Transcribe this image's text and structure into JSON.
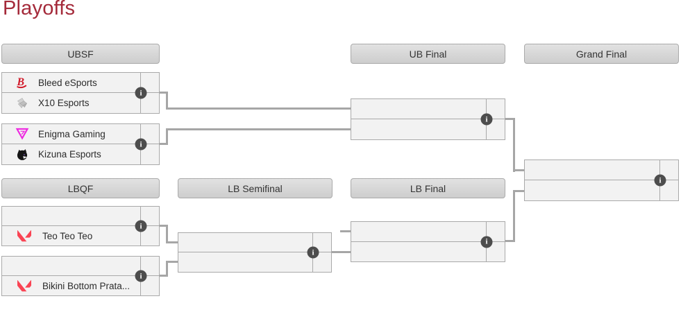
{
  "title": "Playoffs",
  "colors": {
    "title_red": "#a42a3a",
    "connector_gray": "#a6a6a6",
    "box_bg": "#f2f2f2",
    "header_bg": "#d6d6d6",
    "border_gray": "#a9a9a9",
    "info_icon_bg": "#4d4d4d",
    "valorant_red": "#fa4454",
    "bleed_red": "#d11a2a",
    "enigma_magenta": "#ee2be0",
    "kizuna_black": "#161616",
    "x10_gray": "#c4c4c4"
  },
  "headers": {
    "ubsf": "UBSF",
    "ub_final": "UB Final",
    "grand_final": "Grand Final",
    "lbqf": "LBQF",
    "lb_semifinal": "LB Semifinal",
    "lb_final": "LB Final"
  },
  "matches": {
    "ubsf1": {
      "top": {
        "name": "Bleed eSports",
        "score": ""
      },
      "bottom": {
        "name": "X10 Esports",
        "score": ""
      }
    },
    "ubsf2": {
      "top": {
        "name": "Enigma Gaming",
        "score": ""
      },
      "bottom": {
        "name": "Kizuna Esports",
        "score": ""
      }
    },
    "lbqf1": {
      "top": {
        "name": "",
        "score": ""
      },
      "bottom": {
        "name": "Teo Teo Teo",
        "score": ""
      }
    },
    "lbqf2": {
      "top": {
        "name": "",
        "score": ""
      },
      "bottom": {
        "name": "Bikini Bottom Prata...",
        "score": ""
      }
    },
    "ub_final": {
      "top": {
        "name": "",
        "score": ""
      },
      "bottom": {
        "name": "",
        "score": ""
      }
    },
    "lb_semifinal": {
      "top": {
        "name": "",
        "score": ""
      },
      "bottom": {
        "name": "",
        "score": ""
      }
    },
    "lb_final": {
      "top": {
        "name": "",
        "score": ""
      },
      "bottom": {
        "name": "",
        "score": ""
      }
    },
    "grand_final": {
      "top": {
        "name": "",
        "score": ""
      },
      "bottom": {
        "name": "",
        "score": ""
      }
    }
  },
  "info_glyph": "i"
}
